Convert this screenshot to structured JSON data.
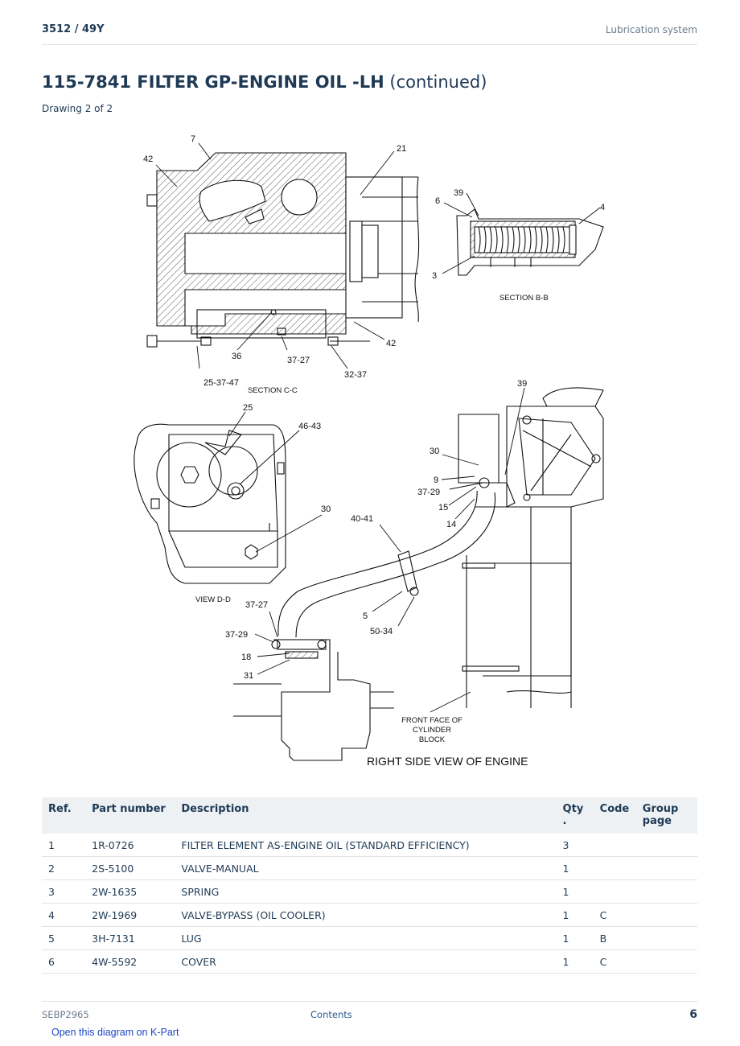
{
  "header": {
    "model": "3512  /  49Y",
    "section": "Lubrication system"
  },
  "title": {
    "main": "115-7841 FILTER GP-ENGINE OIL -LH",
    "suffix": " (continued)"
  },
  "subtitle": "Drawing 2 of 2",
  "diagram": {
    "callouts": {
      "c7": "7",
      "c42a": "42",
      "c21": "21",
      "c36": "36",
      "c3727a": "37-27",
      "c42b": "42",
      "c253747": "25-37-47",
      "c3237": "32-37",
      "c6": "6",
      "c39a": "39",
      "c4": "4",
      "c3": "3",
      "c25": "25",
      "c4643": "46-43",
      "c30a": "30",
      "c39b": "39",
      "c30b": "30",
      "c9": "9",
      "c3729a": "37-29",
      "c15": "15",
      "c14": "14",
      "c4041": "40-41",
      "c5": "5",
      "c5034": "50-34",
      "c3727b": "37-27",
      "c3729b": "37-29",
      "c18": "18",
      "c31": "31"
    },
    "labels": {
      "section_cc": "SECTION C-C",
      "section_bb": "SECTION B-B",
      "view_dd": "VIEW D-D",
      "front_face_1": "FRONT FACE OF",
      "front_face_2": "CYLINDER",
      "front_face_3": "BLOCK",
      "right_side": "RIGHT SIDE VIEW OF ENGINE"
    }
  },
  "table": {
    "headers": {
      "ref": "Ref.",
      "part": "Part number",
      "desc": "Description",
      "qty": "Qty .",
      "code": "Code",
      "group": "Group page"
    },
    "rows": [
      {
        "ref": "1",
        "part": "1R-0726",
        "desc": "FILTER ELEMENT AS-ENGINE OIL (STANDARD EFFICIENCY)",
        "qty": "3",
        "code": "",
        "group": ""
      },
      {
        "ref": "2",
        "part": "2S-5100",
        "desc": "VALVE-MANUAL",
        "qty": "1",
        "code": "",
        "group": ""
      },
      {
        "ref": "3",
        "part": "2W-1635",
        "desc": "SPRING",
        "qty": "1",
        "code": "",
        "group": ""
      },
      {
        "ref": "4",
        "part": "2W-1969",
        "desc": "VALVE-BYPASS (OIL COOLER)",
        "qty": "1",
        "code": "C",
        "group": ""
      },
      {
        "ref": "5",
        "part": "3H-7131",
        "desc": "LUG",
        "qty": "1",
        "code": "B",
        "group": ""
      },
      {
        "ref": "6",
        "part": "4W-5592",
        "desc": "COVER",
        "qty": "1",
        "code": "C",
        "group": ""
      }
    ]
  },
  "footer": {
    "doc": "SEBP2965",
    "contents": "Contents",
    "page": "6"
  },
  "kpart_link": "Open this diagram on K-Part"
}
